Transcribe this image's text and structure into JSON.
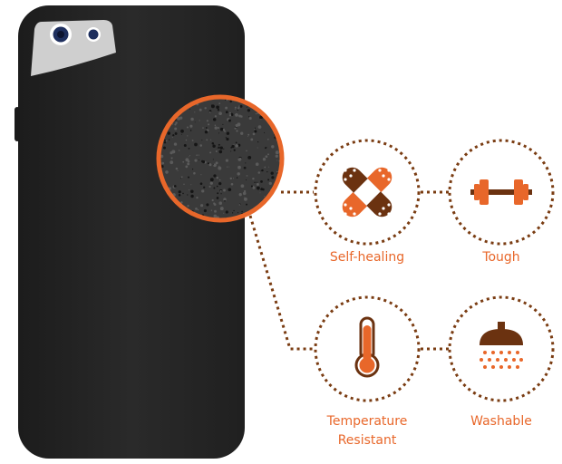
{
  "colors": {
    "accent": "#e8672a",
    "dark_brown": "#6b3210",
    "dots": "#7a3c12",
    "case": "#262626",
    "camera_strip": "#cfcfcf",
    "lens_ring": "#1e2f5e"
  },
  "features": [
    {
      "id": "self-healing",
      "icon": "bandage-icon",
      "label_lines": [
        "Self-healing"
      ]
    },
    {
      "id": "tough",
      "icon": "dumbbell-icon",
      "label_lines": [
        "Tough"
      ]
    },
    {
      "id": "temperature-resistant",
      "icon": "thermometer-icon",
      "label_lines": [
        "Temperature",
        "Resistant"
      ]
    },
    {
      "id": "washable",
      "icon": "shower-icon",
      "label_lines": [
        "Washable"
      ]
    }
  ]
}
